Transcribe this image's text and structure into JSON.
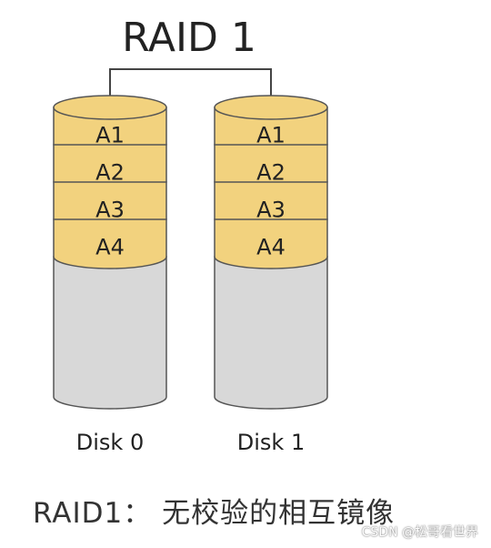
{
  "title": "RAID 1",
  "caption": "RAID1： 无校验的相互镜像",
  "watermark": "CSDN @松哥看世界",
  "colors": {
    "block_fill": "#f2d27e",
    "block_stroke": "#555555",
    "empty_fill": "#d8d8d8",
    "line": "#444444",
    "text": "#222222"
  },
  "disks": [
    {
      "label": "Disk 0",
      "blocks": [
        "A1",
        "A2",
        "A3",
        "A4"
      ]
    },
    {
      "label": "Disk 1",
      "blocks": [
        "A1",
        "A2",
        "A3",
        "A4"
      ]
    }
  ]
}
